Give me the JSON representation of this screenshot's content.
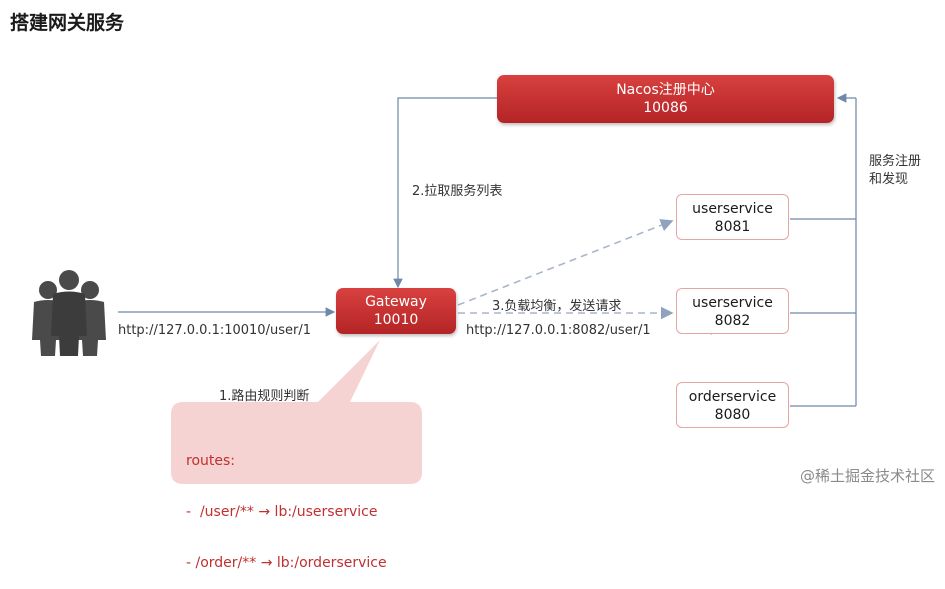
{
  "title": "搭建网关服务",
  "nacos": {
    "name": "Nacos注册中心",
    "port": "10086"
  },
  "gateway": {
    "name": "Gateway",
    "port": "10010"
  },
  "services": [
    {
      "name": "userservice",
      "port": "8081"
    },
    {
      "name": "userservice",
      "port": "8082"
    },
    {
      "name": "orderservice",
      "port": "8080"
    }
  ],
  "labels": {
    "client_url": "http://127.0.0.1:10010/user/1",
    "pull_list": "2.拉取服务列表",
    "load_balance": "3.负载均衡，发送请求",
    "target_url": "http://127.0.0.1:8082/user/1",
    "route_judge": "1.路由规则判断",
    "register_line1": "服务注册",
    "register_line2": "和发现"
  },
  "routes": {
    "header": "routes:",
    "rule1": "-  /user/** → lb:/userservice",
    "rule2": "- /order/** → lb:/orderservice"
  },
  "watermark": "@稀土掘金技术社区",
  "colors": {
    "accent_red": "#c0302f",
    "line_blue": "#6f87a8",
    "callout_pink": "#f6d3d3"
  },
  "icons": {
    "users": "users-group-icon",
    "cursor": "cursor-icon"
  }
}
